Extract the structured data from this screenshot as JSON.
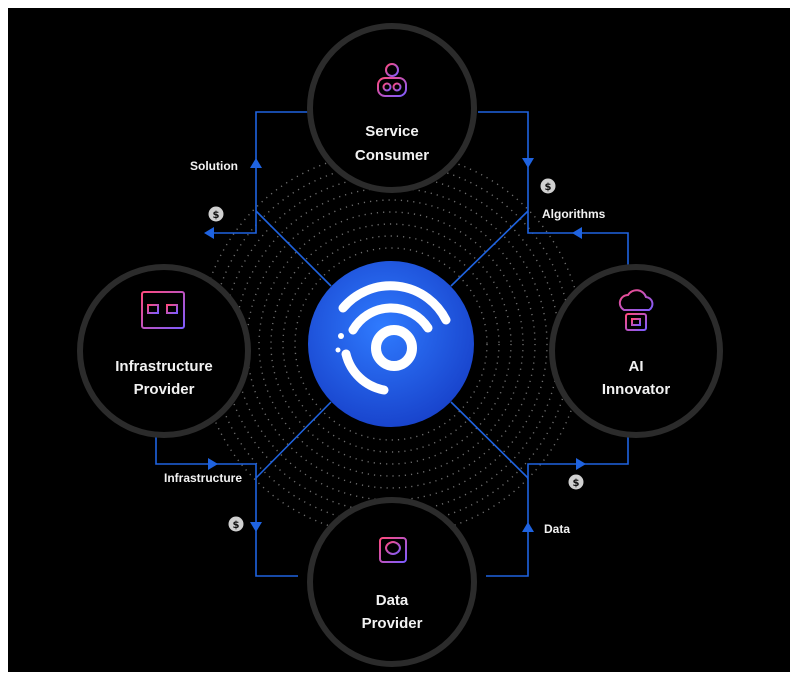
{
  "center": {
    "logo": "platform-logo-icon",
    "color": "#1e5be6"
  },
  "nodes": {
    "service_consumer": {
      "line1": "Service",
      "line2": "Consumer",
      "icon": "robot-gear-icon"
    },
    "infrastructure_provider": {
      "line1": "Infrastructure",
      "line2": "Provider",
      "icon": "network-diagram-icon"
    },
    "ai_innovator": {
      "line1": "AI",
      "line2": "Innovator",
      "icon": "cloud-chip-icon"
    },
    "data_provider": {
      "line1": "Data",
      "line2": "Provider",
      "icon": "brain-chip-icon"
    }
  },
  "flows": {
    "solution": "Solution",
    "algorithms": "Algorithms",
    "infrastructure": "Infrastructure",
    "data": "Data"
  },
  "payment_symbol": "$",
  "colors": {
    "flow_line": "#1f63e0",
    "background": "#000000",
    "ring": "#2b2b2b",
    "accent_gradient_start": "#ff3d8b",
    "accent_gradient_end": "#7b5cff"
  }
}
